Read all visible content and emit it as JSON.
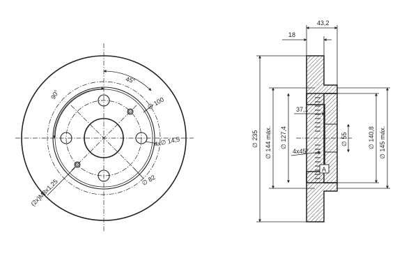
{
  "front_view": {
    "angle_90": "90°",
    "angle_45": "45°",
    "dia_100": "∅ 100",
    "holes_4x14_5": "4x∅ 14,5",
    "dia_82": "∅ 82",
    "threads": "(2x)M8x1,25"
  },
  "side_view": {
    "w_43_2": "43,2",
    "w_18": "18",
    "d_235": "∅ 235",
    "d_144": "∅ 144 máx.",
    "d_127_4": "∅ 127,4",
    "d_37_1": "37,1",
    "d_55": "∅ 55",
    "chamfer": "4x45°",
    "datum": "A",
    "d_140_8": "∅ 140,8",
    "d_145": "∅ 145 máx."
  },
  "colors": {
    "ink": "#222222",
    "hatch": "#333333"
  }
}
